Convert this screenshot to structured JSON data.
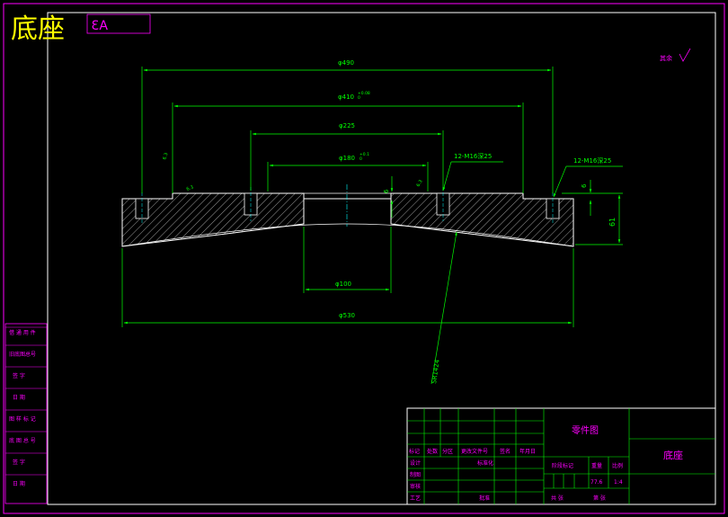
{
  "header": {
    "title": "底座",
    "sheet_size": "A3",
    "roughness_note": "其余"
  },
  "dimensions": {
    "d490": "φ490",
    "d410": "φ410",
    "d410_tol_upper": "+0.08",
    "d410_tol_lower": "0",
    "d225": "φ225",
    "d180": "φ180",
    "d180_tol_upper": "+0.1",
    "d180_tol_lower": "0",
    "d100": "φ100",
    "d530": "φ530",
    "depth_6_left": "6",
    "depth_6_right": "6",
    "height_61": "61",
    "sphere": "SR1424",
    "thread_left": "12-M16深25",
    "thread_right": "12-M16深25",
    "roughness_1": "6.3",
    "roughness_2": "6.3",
    "roughness_3": "6.3"
  },
  "colors": {
    "frame": "#ff00ff",
    "dimension": "#00ff00",
    "part": "#ffffff",
    "hatch": "#ffffff",
    "title": "#ffff00",
    "centerline": "#00ffff",
    "text": "#ff00ff"
  },
  "left_strip": {
    "cells": [
      "借 通 用 件",
      "旧底图总号",
      "签 字",
      "日 期",
      "图 样 标 记",
      "底 图 总 号",
      "签 字",
      "日 期"
    ]
  },
  "title_block": {
    "drawing_type": "零件图",
    "part_name": "底座",
    "row_labels": [
      "标记",
      "处数",
      "分区",
      "更改文件号",
      "签名",
      "年月日"
    ],
    "design": "设计",
    "standardization": "标准化",
    "drafting": "制图",
    "review": "审核",
    "process": "工艺",
    "approve": "批准",
    "stage_mark": "阶段标记",
    "weight_label": "重量",
    "scale_label": "比例",
    "weight": "77.6",
    "scale": "1:4",
    "sheets_total": "共 张",
    "sheet_no": "第 张"
  }
}
